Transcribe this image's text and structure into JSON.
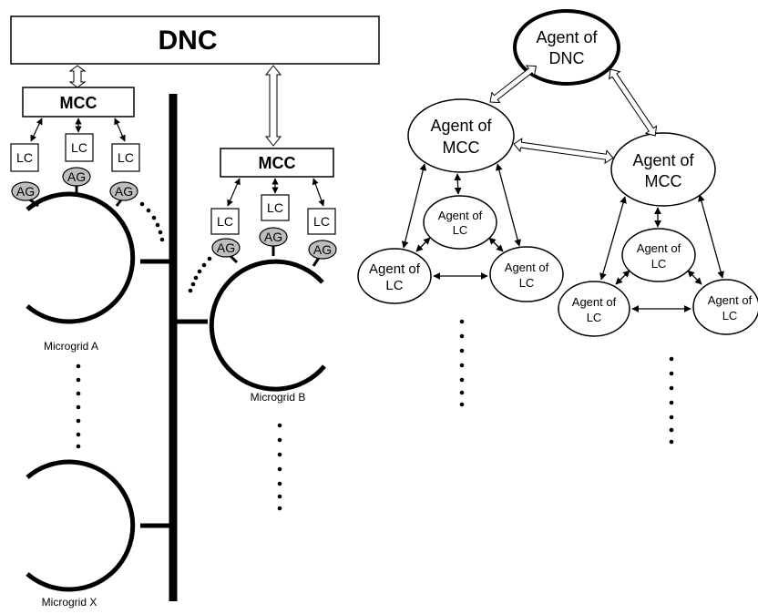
{
  "left_diagram": {
    "dnc_label": "DNC",
    "mcc_label": "MCC",
    "lc_label": "LC",
    "ag_label": "AG",
    "microgrid_a_label": "Microgrid A",
    "microgrid_b_label": "Microgrid B",
    "microgrid_x_label": "Microgrid X"
  },
  "right_diagram": {
    "agent_dnc_line1": "Agent of",
    "agent_dnc_line2": "DNC",
    "agent_mcc_line1": "Agent of",
    "agent_mcc_line2": "MCC",
    "agent_lc_line1": "Agent of",
    "agent_lc_line2": "LC"
  },
  "colors": {
    "line": "#000000",
    "ag_fill": "#bdbdbd",
    "background": "#ffffff"
  }
}
